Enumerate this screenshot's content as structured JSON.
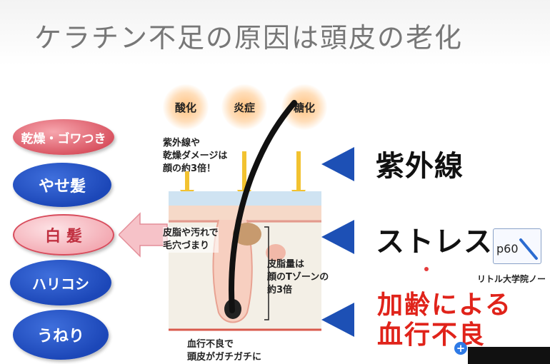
{
  "title": "ケラチン不足の原因は頭皮の老化",
  "left_pills": [
    {
      "label": "乾燥・ゴワつき"
    },
    {
      "label": "やせ髪"
    },
    {
      "label": "白 髪"
    },
    {
      "label": "ハリコシ"
    },
    {
      "label": "うねり"
    }
  ],
  "top_labels": [
    "酸化",
    "炎症",
    "糖化"
  ],
  "notes": {
    "uv": "紫外線や\n乾燥ダメージは\n顔の約3倍！",
    "pores": "皮脂や汚れで\n毛穴づまり",
    "sebum": "皮脂量は\n顔のTゾーンの\n約3倍",
    "blood": "血行不良で\n頭皮がガチガチに"
  },
  "right_items": {
    "uv": "紫外線",
    "stress": "ストレス",
    "aging_line1": "加齢による",
    "aging_line2": "血行不良"
  },
  "book_label": "p60",
  "credit": "リトル大学院ノー",
  "cursor_symbol": "+",
  "colors": {
    "blue": "#1d50b5",
    "pink": "#d8505e",
    "red_text": "#e0231a",
    "yellow_arrow": "#f2c230"
  }
}
